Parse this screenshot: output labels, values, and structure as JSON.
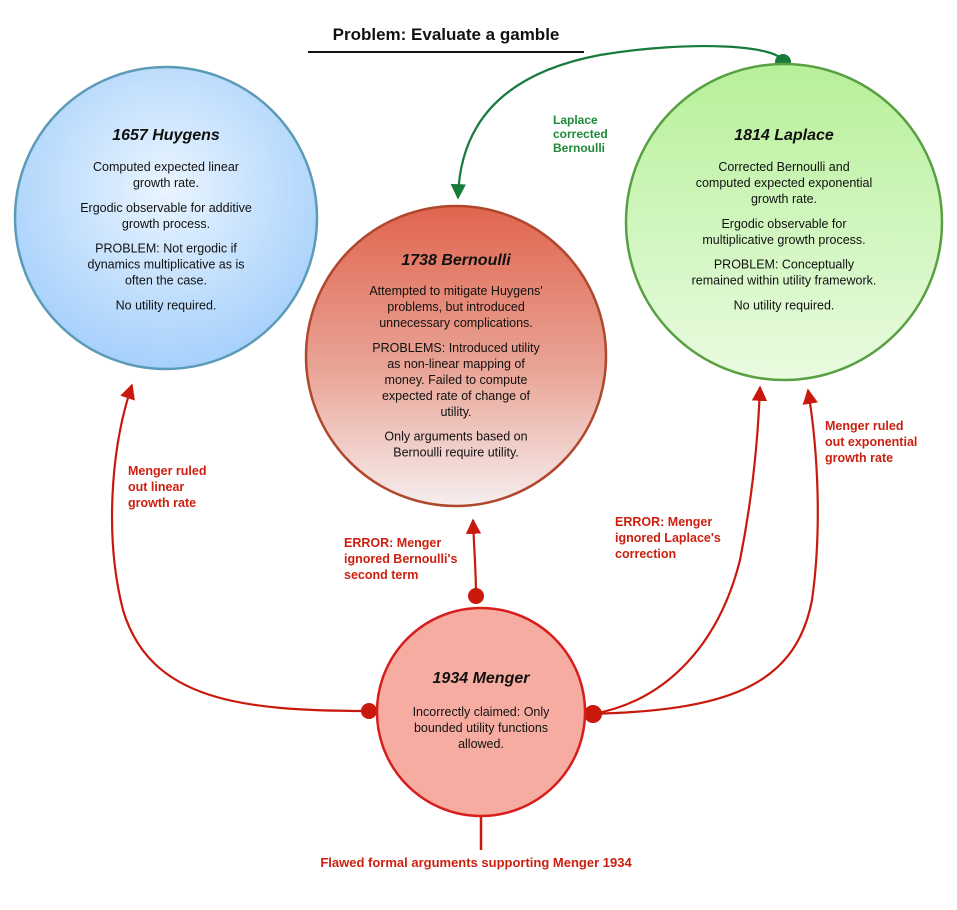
{
  "title": "Problem: Evaluate a gamble",
  "colors": {
    "red_edge": "#c8190c",
    "green_edge": "#177b3c",
    "huygens_border": "#5b9bb5",
    "bernoulli_border": "#b0472d",
    "laplace_border": "#58a042",
    "menger_border": "#d81d1d"
  },
  "nodes": {
    "huygens": {
      "title": "1657 Huygens",
      "lines": [
        "Computed expected linear",
        "growth rate.",
        "",
        "Ergodic observable for additive",
        "growth process.",
        "",
        "PROBLEM: Not ergodic if",
        "dynamics multiplicative as is",
        "often the case.",
        "",
        "No utility required."
      ]
    },
    "bernoulli": {
      "title": "1738 Bernoulli",
      "lines": [
        "Attempted to mitigate Huygens'",
        "problems, but introduced",
        "unnecessary complications.",
        "",
        "PROBLEMS: Introduced utility",
        "as non-linear mapping of",
        "money. Failed to compute",
        "expected rate of change of",
        "utility.",
        "",
        "Only arguments based on",
        "Bernoulli require utility."
      ]
    },
    "laplace": {
      "title": "1814 Laplace",
      "lines": [
        "Corrected Bernoulli and",
        "computed expected exponential",
        "growth rate.",
        "",
        "Ergodic observable for",
        "multiplicative growth process.",
        "",
        "PROBLEM: Conceptually",
        "remained within utility framework.",
        "",
        "No utility required."
      ]
    },
    "menger": {
      "title": "1934 Menger",
      "lines": [
        "Incorrectly claimed: Only",
        "bounded utility functions",
        "allowed."
      ]
    }
  },
  "edges": {
    "laplace_bernoulli": [
      "Laplace",
      "corrected",
      "Bernoulli"
    ],
    "menger_huygens": [
      "Menger ruled",
      "out linear",
      "growth rate"
    ],
    "menger_bernoulli": [
      "ERROR: Menger",
      "ignored Bernoulli's",
      "second term"
    ],
    "menger_laplace_error": [
      "ERROR: Menger",
      "ignored Laplace's",
      "correction"
    ],
    "menger_laplace_exp": [
      "Menger ruled",
      "out exponential",
      "growth rate"
    ]
  },
  "footer": "Flawed formal arguments supporting Menger 1934"
}
